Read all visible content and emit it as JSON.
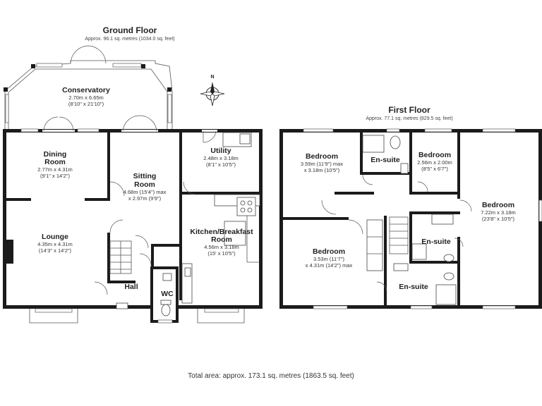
{
  "ground_floor": {
    "title": "Ground Floor",
    "area": "Approx. 96.1 sq. metres (1034.0 sq. feet)",
    "rooms": [
      {
        "name": "Conservatory",
        "dim1": "2.70m x 6.65m",
        "dim2": "(8'10\" x 21'10\")"
      },
      {
        "name": "Dining",
        "name2": "Room",
        "dim1": "2.77m x 4.31m",
        "dim2": "(9'1\" x 14'2\")"
      },
      {
        "name": "Sitting",
        "name2": "Room",
        "dim1": "4.68m (15'4\") max",
        "dim2": "x 2.97m (9'9\")"
      },
      {
        "name": "Utility",
        "dim1": "2.48m x 3.18m",
        "dim2": "(8'1\" x 10'5\")"
      },
      {
        "name": "Lounge",
        "dim1": "4.35m x 4.31m",
        "dim2": "(14'3\" x 14'2\")"
      },
      {
        "name": "Kitchen/Breakfast",
        "name2": "Room",
        "dim1": "4.56m x 3.18m",
        "dim2": "(15' x 10'5\")"
      },
      {
        "name": "Hall"
      },
      {
        "name": "WC"
      }
    ]
  },
  "first_floor": {
    "title": "First Floor",
    "area": "Approx. 77.1 sq. metres (829.5 sq. feet)",
    "rooms": [
      {
        "name": "Bedroom",
        "dim1": "3.59m (11'9\") max",
        "dim2": "x 3.18m (10'5\")"
      },
      {
        "name": "En-suite"
      },
      {
        "name": "Bedroom",
        "dim1": "2.56m x 2.00m",
        "dim2": "(8'5\" x 6'7\")"
      },
      {
        "name": "Bedroom",
        "dim1": "7.22m x 3.18m",
        "dim2": "(23'8\" x 10'5\")"
      },
      {
        "name": "Bedroom",
        "dim1": "3.53m (11'7\")",
        "dim2": "x 4.31m (14'2\") max"
      },
      {
        "name": "En-suite"
      },
      {
        "name": "En-suite"
      }
    ]
  },
  "compass": {
    "label": "N",
    "icon": "compass-icon"
  },
  "total_area": "Total area: approx. 173.1 sq. metres (1863.5 sq. feet)"
}
